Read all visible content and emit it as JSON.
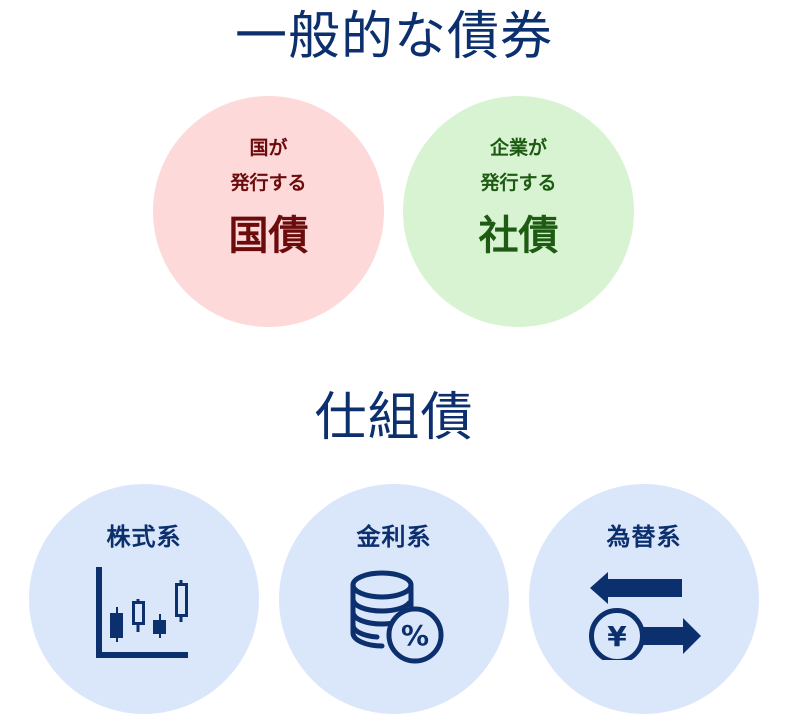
{
  "colors": {
    "navy": "#0c2f6e",
    "maroon": "#6b0b0b",
    "dark_green": "#1d5a12",
    "pink_circle": "#fdd9da",
    "green_circle": "#d8f3d2",
    "blue_circle": "#dae7fb"
  },
  "sections": {
    "general": {
      "title": "一般的な債券",
      "items": [
        {
          "subtitle_line1": "国が",
          "subtitle_line2": "発行する",
          "name": "国債"
        },
        {
          "subtitle_line1": "企業が",
          "subtitle_line2": "発行する",
          "name": "社債"
        }
      ]
    },
    "structured": {
      "title": "仕組債",
      "items": [
        {
          "label": "株式系",
          "icon": "candlestick-chart-icon"
        },
        {
          "label": "金利系",
          "icon": "coins-percent-icon"
        },
        {
          "label": "為替系",
          "icon": "yen-exchange-icon"
        }
      ]
    }
  }
}
